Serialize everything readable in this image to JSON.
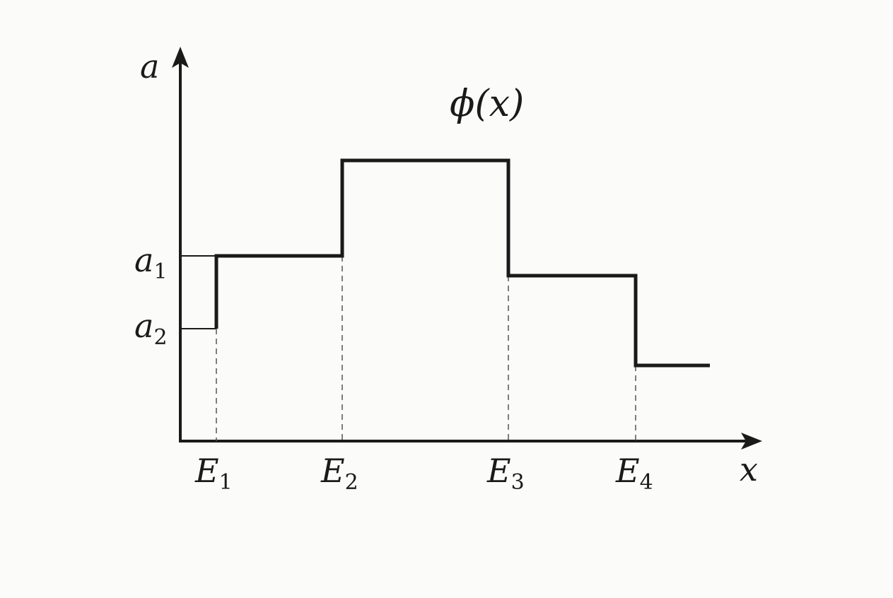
{
  "diagram": {
    "title": "ϕ(x)",
    "y_axis_label": "a",
    "x_axis_label": "x",
    "y_ticks": [
      {
        "base": "a",
        "sub": "1"
      },
      {
        "base": "a",
        "sub": "2"
      }
    ],
    "x_ticks": [
      {
        "base": "E",
        "sub": "1"
      },
      {
        "base": "E",
        "sub": "2"
      },
      {
        "base": "E",
        "sub": "3"
      },
      {
        "base": "E",
        "sub": "4"
      }
    ]
  }
}
